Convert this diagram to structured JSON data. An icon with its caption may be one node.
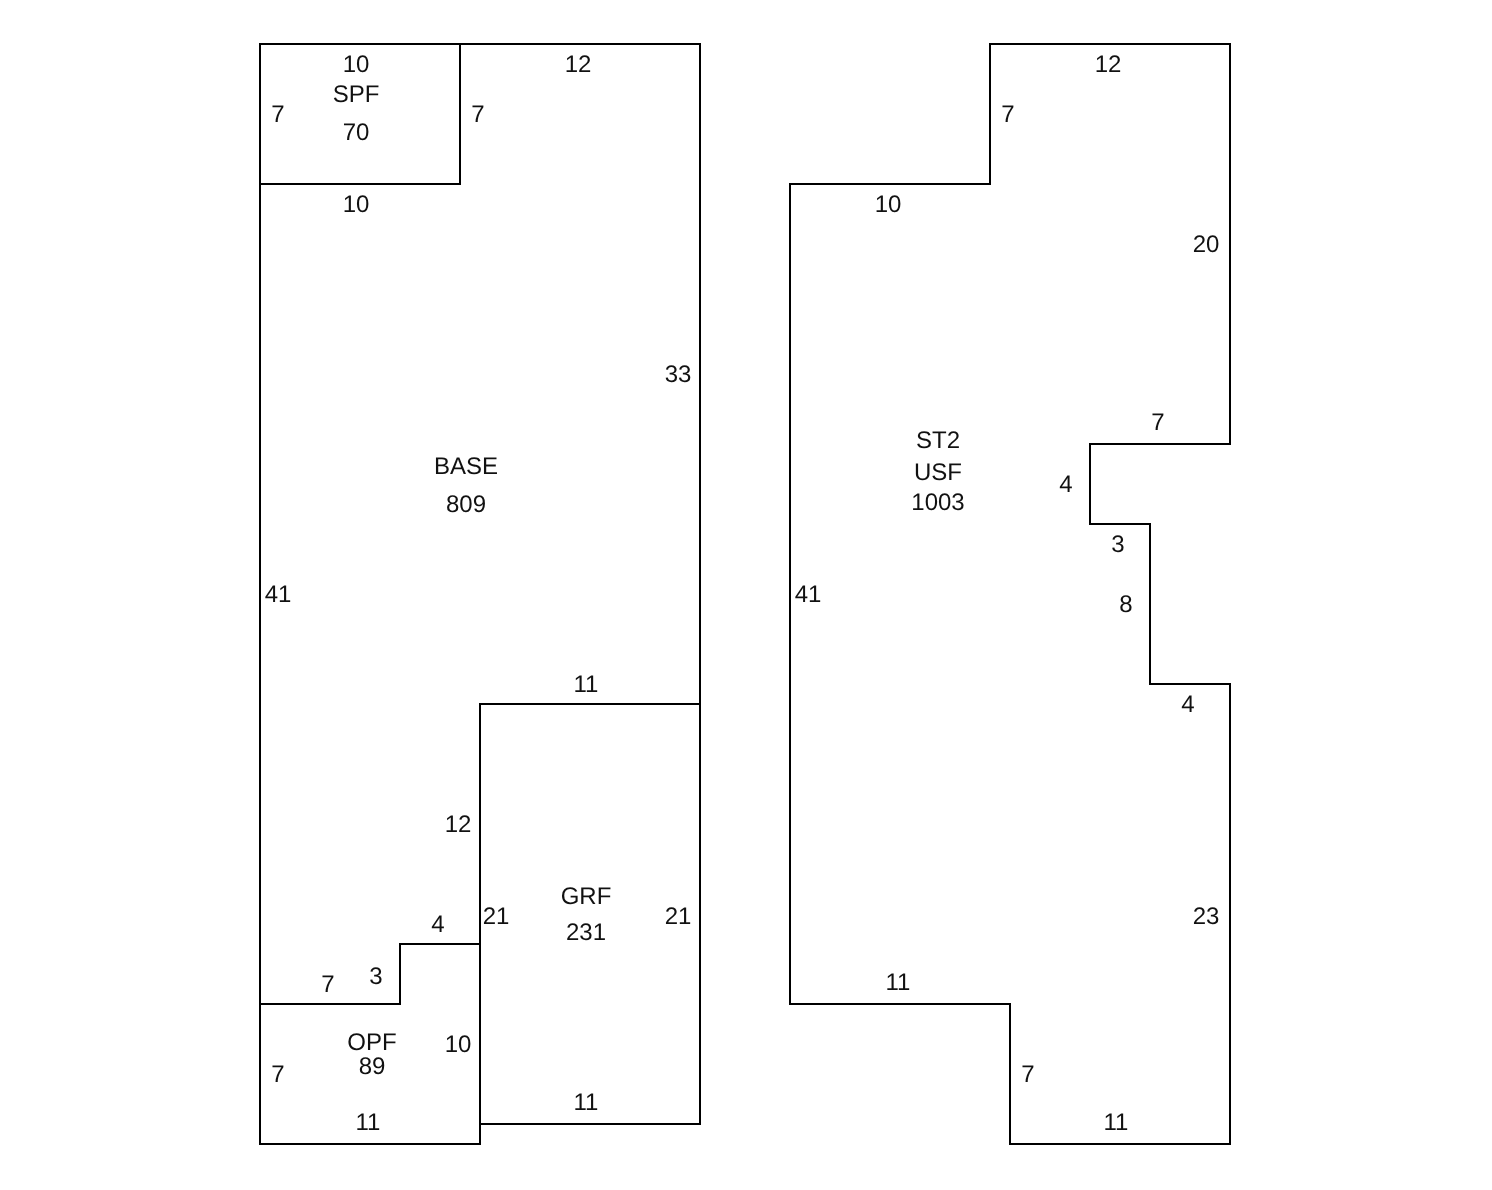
{
  "diagram": {
    "nodes": [
      {
        "text": [
          "SPF",
          "70"
        ]
      },
      {
        "text": [
          "BASE",
          "809"
        ]
      },
      {
        "text": [
          "GRF",
          "231"
        ]
      },
      {
        "text": [
          "OPF",
          "89"
        ]
      },
      {
        "text": [
          "ST2",
          "USF",
          "1003"
        ]
      }
    ],
    "labels": [
      "10",
      "12",
      "7",
      "7",
      "10",
      "33",
      "41",
      "11",
      "12",
      "4",
      "21",
      "21",
      "7",
      "3",
      "10",
      "7",
      "11",
      "11",
      "12",
      "7",
      "10",
      "20",
      "7",
      "4",
      "3",
      "8",
      "41",
      "4",
      "23",
      "11",
      "7",
      "11"
    ]
  }
}
